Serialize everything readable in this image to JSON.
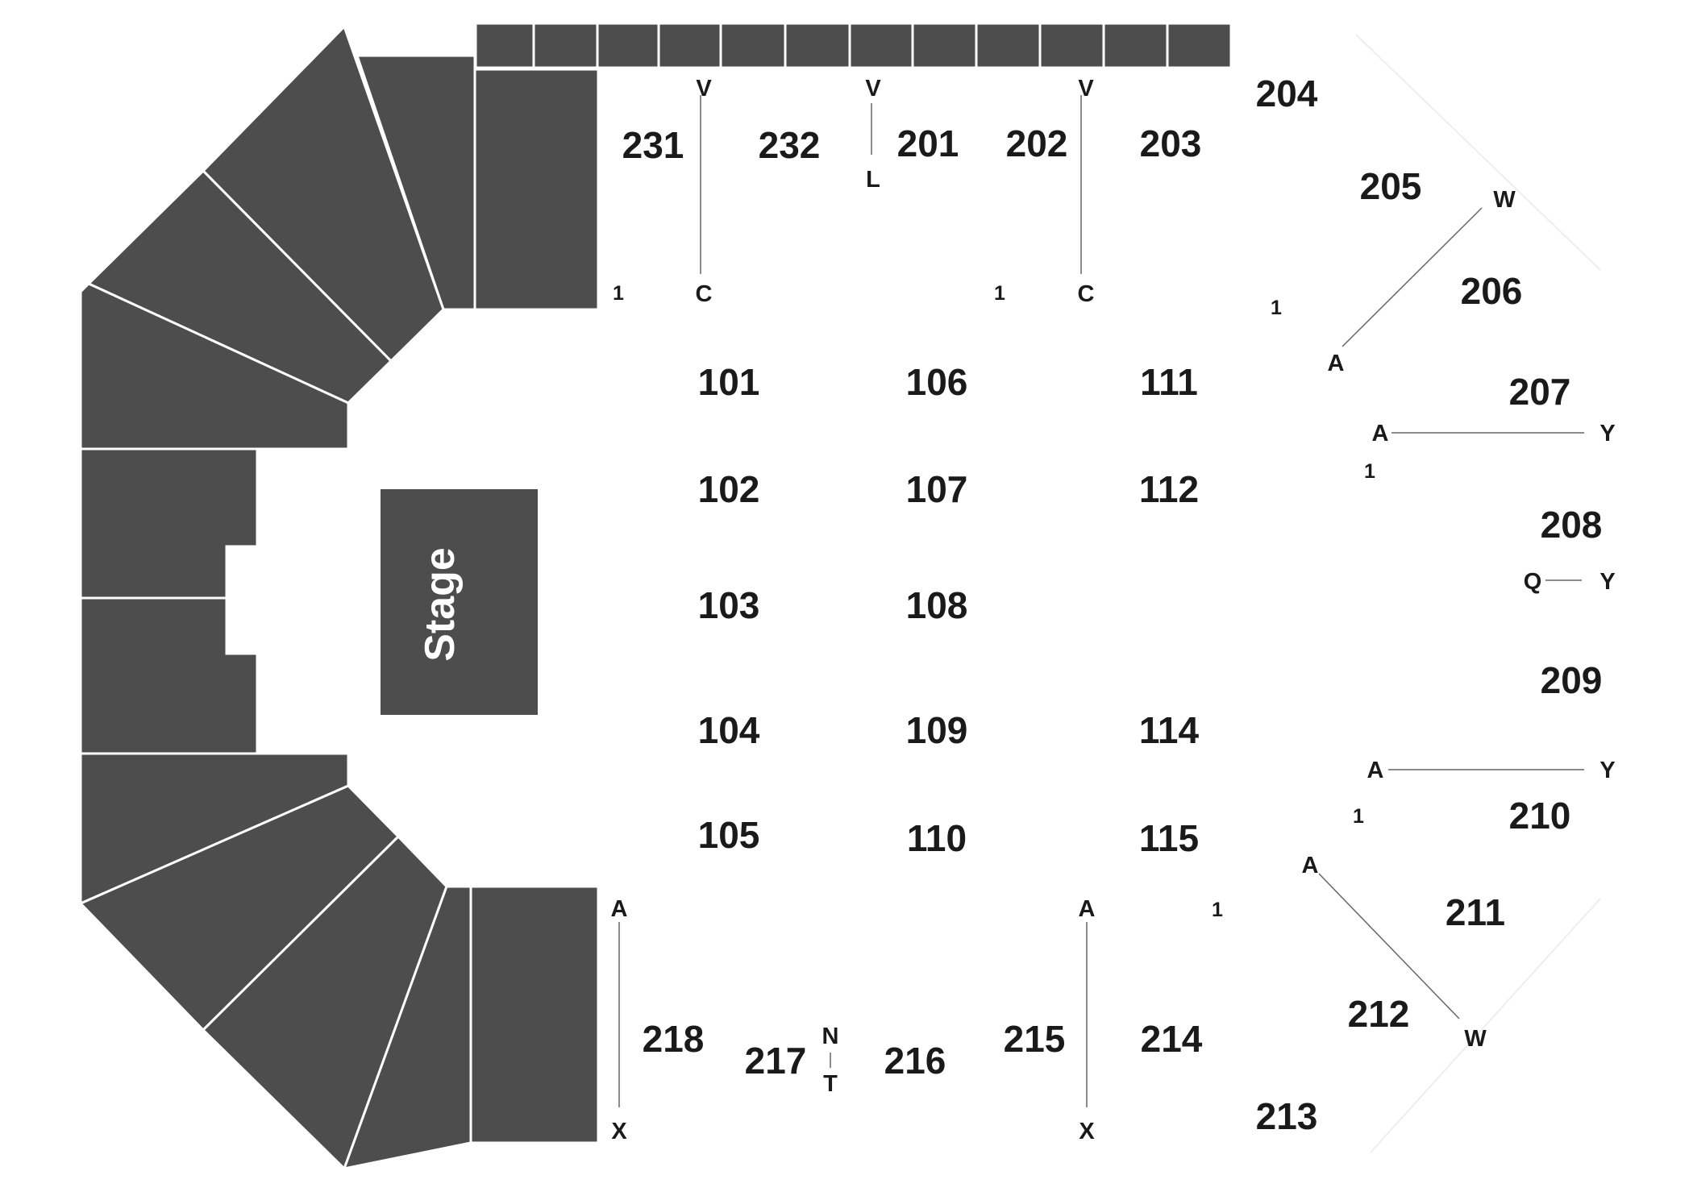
{
  "colors": {
    "block": "#4d4d4d",
    "text": "#1a1a1a",
    "background": "#ffffff"
  },
  "stage": {
    "label": "Stage"
  },
  "sections": {
    "s101": "101",
    "s102": "102",
    "s103": "103",
    "s104": "104",
    "s105": "105",
    "s106": "106",
    "s107": "107",
    "s108": "108",
    "s109": "109",
    "s110": "110",
    "s111": "111",
    "s112": "112",
    "s114": "114",
    "s115": "115",
    "s201": "201",
    "s202": "202",
    "s203": "203",
    "s204": "204",
    "s205": "205",
    "s206": "206",
    "s207": "207",
    "s208": "208",
    "s209": "209",
    "s210": "210",
    "s211": "211",
    "s212": "212",
    "s213": "213",
    "s214": "214",
    "s215": "215",
    "s216": "216",
    "s217": "217",
    "s218": "218",
    "s231": "231",
    "s232": "232"
  },
  "row_labels": {
    "v": "V",
    "c": "C",
    "l": "L",
    "a": "A",
    "w": "W",
    "y": "Y",
    "q": "Q",
    "x": "X",
    "n": "N",
    "t": "T",
    "one": "1"
  }
}
